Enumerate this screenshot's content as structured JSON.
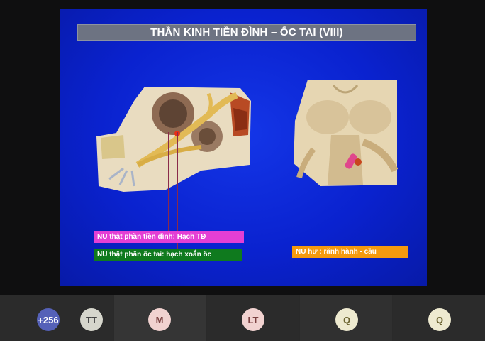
{
  "slide": {
    "title": "THẦN KINH TIỀN ĐÌNH – ỐC TAI (VIII)",
    "labels": {
      "vestibular": "NU thật phần tiền đình: Hạch TĐ",
      "cochlear": "NU thật phần ốc tai: hạch xoắn ốc",
      "apparent": "NU hư : rãnh hành - cầu"
    }
  },
  "participants": {
    "overflow": "+256",
    "tiles": [
      {
        "initials": "TT",
        "color": "#d6d6cc"
      },
      {
        "initials": "M",
        "color": "#f1d2d0"
      },
      {
        "initials": "LT",
        "color": "#f1d2d0"
      },
      {
        "initials": "Q",
        "color": "#eeead0"
      },
      {
        "initials": "Q",
        "color": "#eeead0"
      }
    ]
  }
}
